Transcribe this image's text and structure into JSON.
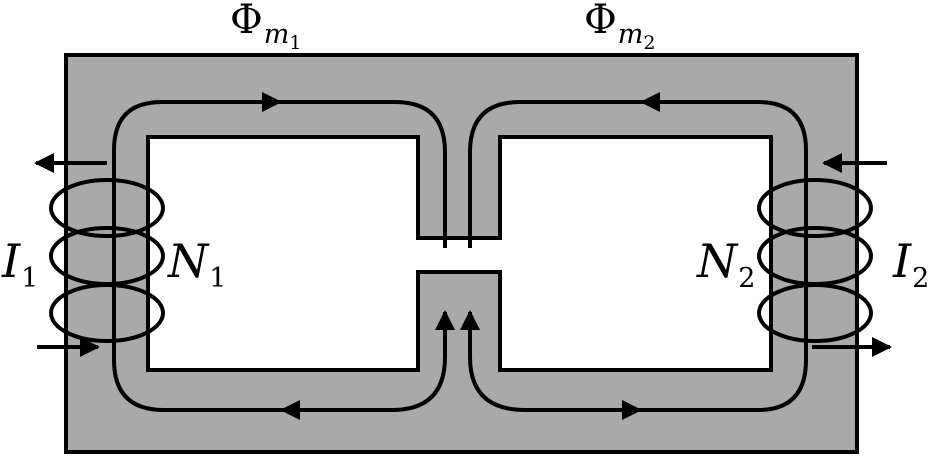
{
  "labels": {
    "flux1": {
      "symbol": "Φ",
      "sub": "m",
      "subsub": "1"
    },
    "flux2": {
      "symbol": "Φ",
      "sub": "m",
      "subsub": "2"
    },
    "current1": {
      "symbol": "I",
      "sub": "1"
    },
    "current2": {
      "symbol": "I",
      "sub": "2"
    },
    "turns1": {
      "symbol": "N",
      "sub": "1"
    },
    "turns2": {
      "symbol": "N",
      "sub": "2"
    }
  },
  "colors": {
    "core": "#a9a9a9",
    "window": "#ffffff",
    "stroke": "#000000"
  }
}
